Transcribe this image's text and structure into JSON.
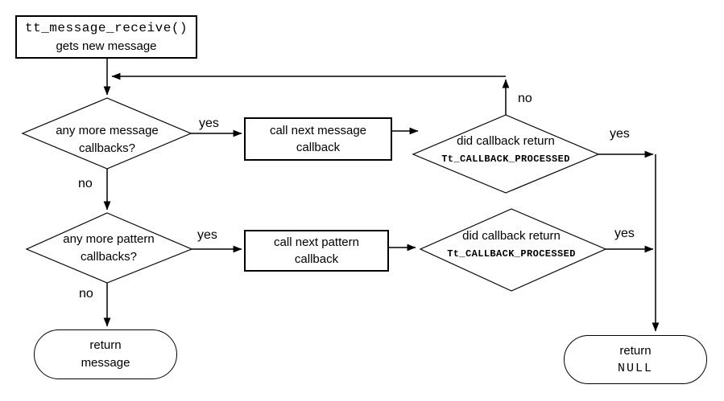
{
  "flowchart": {
    "background_color": "#ffffff",
    "line_color": "#000000",
    "text_color": "#000000",
    "nodes": {
      "start": {
        "line1": "tt_message_receive()",
        "line2": "gets new message"
      },
      "message_decision": {
        "line1": "any more message",
        "line2": "callbacks?"
      },
      "message_call": {
        "line1": "call next message",
        "line2": "callback"
      },
      "message_processed": {
        "line1": "did callback return",
        "line2": "Tt_CALLBACK_PROCESSED"
      },
      "pattern_decision": {
        "line1": "any more pattern",
        "line2": "callbacks?"
      },
      "pattern_call": {
        "line1": "call next pattern",
        "line2": "callback"
      },
      "pattern_processed": {
        "line1": "did callback return",
        "line2": "Tt_CALLBACK_PROCESSED"
      },
      "return_message": {
        "line1": "return",
        "line2": "message"
      },
      "return_null": {
        "line1": "return",
        "line2": "NULL"
      }
    },
    "edge_labels": {
      "message_decision_yes": "yes",
      "message_decision_no": "no",
      "message_processed_yes": "yes",
      "message_processed_no": "no",
      "pattern_decision_yes": "yes",
      "pattern_decision_no": "no",
      "pattern_processed_yes": "yes"
    }
  }
}
